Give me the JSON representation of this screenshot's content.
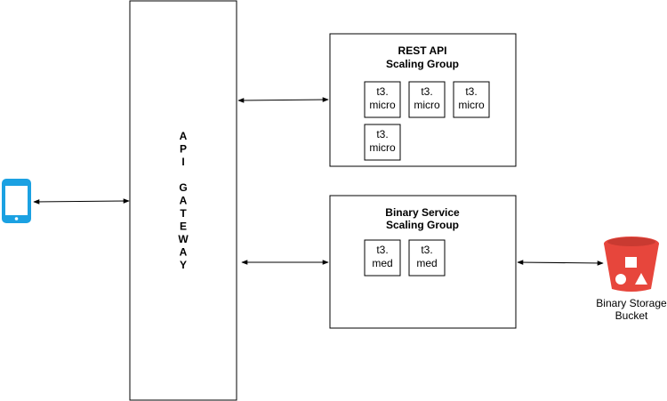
{
  "gateway": {
    "letters": [
      "A",
      "P",
      "I",
      "",
      "G",
      "A",
      "T",
      "E",
      "W",
      "A",
      "Y"
    ]
  },
  "rest_group": {
    "title_line1": "REST API",
    "title_line2": "Scaling Group",
    "instances": [
      {
        "line1": "t3.",
        "line2": "micro"
      },
      {
        "line1": "t3.",
        "line2": "micro"
      },
      {
        "line1": "t3.",
        "line2": "micro"
      },
      {
        "line1": "t3.",
        "line2": "micro"
      }
    ]
  },
  "binary_group": {
    "title_line1": "Binary Service",
    "title_line2": "Scaling Group",
    "instances": [
      {
        "line1": "t3.",
        "line2": "med"
      },
      {
        "line1": "t3.",
        "line2": "med"
      }
    ]
  },
  "bucket": {
    "label_line1": "Binary Storage",
    "label_line2": "Bucket",
    "icon": "s3-bucket-icon",
    "color": "#E7463C"
  },
  "client": {
    "icon": "mobile-phone-icon",
    "color": "#1BA1E2"
  }
}
